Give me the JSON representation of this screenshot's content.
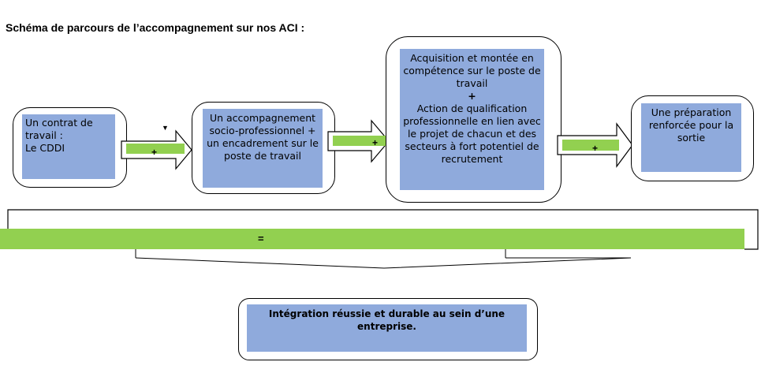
{
  "title": "Schéma de parcours de l’accompagnement sur nos ACI :",
  "steps": {
    "contract": {
      "lines": [
        "Un contrat de",
        "travail :",
        "Le CDDI"
      ]
    },
    "support": {
      "lines": [
        "Un accompagnement",
        "socio-professionnel +",
        "un encadrement sur le",
        "poste de travail"
      ]
    },
    "skills": {
      "lines": [
        "Acquisition et montée en",
        "compétence sur le poste de",
        "travail",
        "+",
        "Action de qualification",
        "professionnelle en lien avec",
        "le projet de chacun et des",
        "secteurs à fort potentiel de",
        "recrutement"
      ]
    },
    "exit": {
      "lines": [
        "Une préparation",
        "renforcée pour la",
        "sortie"
      ]
    }
  },
  "connectors": {
    "plus1": "+",
    "plus2": "+",
    "plus3": "+",
    "marker": "▼"
  },
  "summary": {
    "equals": "="
  },
  "result": {
    "lines": [
      "Intégration réussie et durable au sein d’une",
      "entreprise."
    ]
  },
  "colors": {
    "box_fill": "#8faadc",
    "band_fill": "#92d050",
    "outline": "#000000"
  }
}
